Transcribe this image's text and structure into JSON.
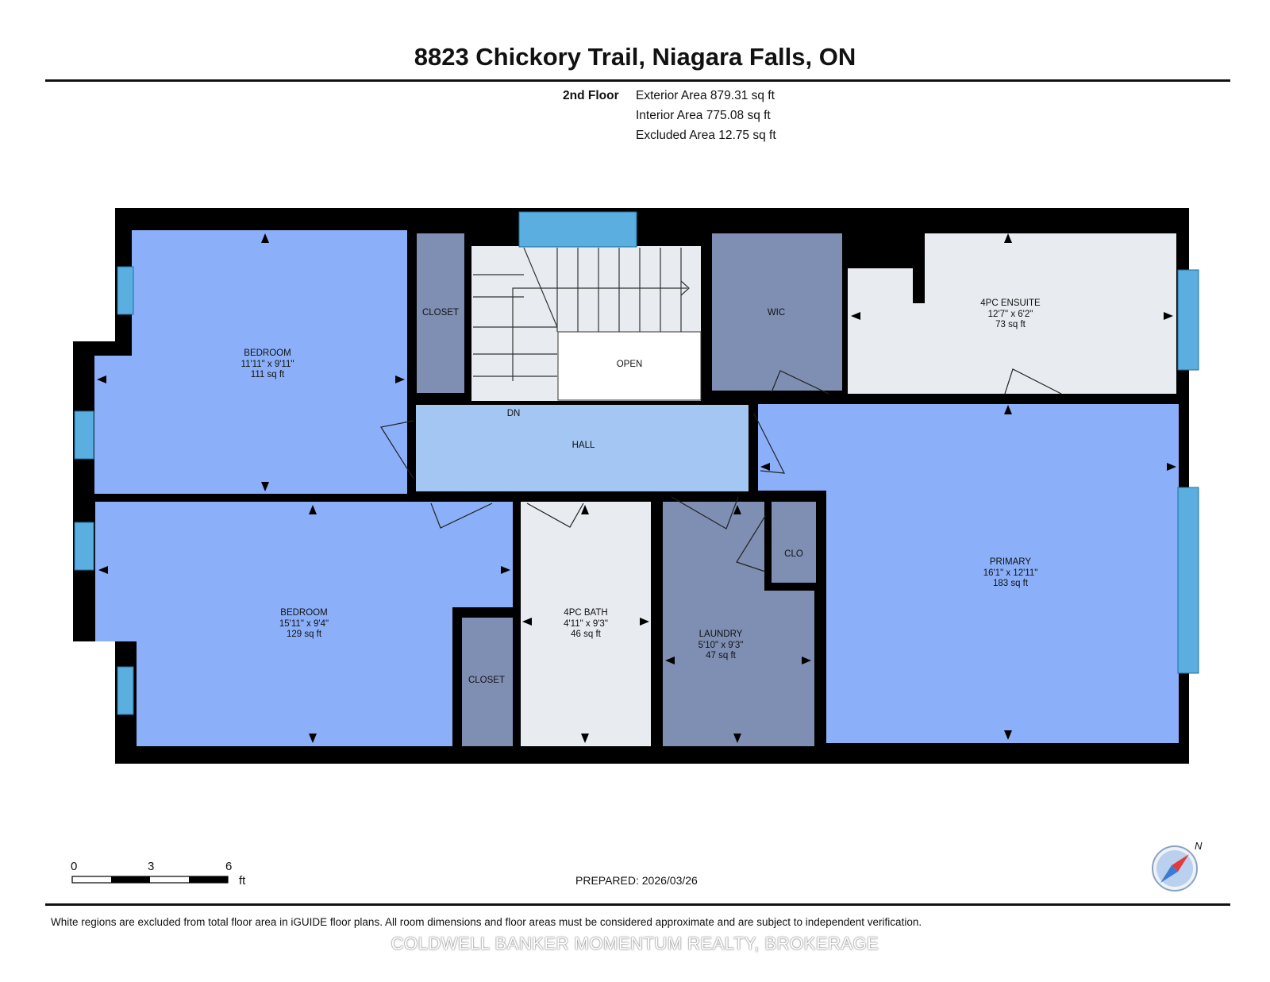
{
  "header": {
    "title": "8823 Chickory Trail, Niagara Falls, ON",
    "floor_label": "2nd Floor",
    "areas": [
      "Exterior Area 879.31 sq ft",
      "Interior Area 775.08 sq ft",
      "Excluded Area 12.75 sq ft"
    ]
  },
  "rooms": {
    "bedroom1": {
      "name": "BEDROOM",
      "dims": "11'11\" x 9'11\"",
      "area": "111 sq ft"
    },
    "closet1": {
      "name": "CLOSET"
    },
    "open": {
      "name": "OPEN"
    },
    "wic": {
      "name": "WIC"
    },
    "ensuite": {
      "name": "4PC ENSUITE",
      "dims": "12'7\" x 6'2\"",
      "area": "73 sq ft"
    },
    "dn": {
      "name": "DN"
    },
    "hall": {
      "name": "HALL"
    },
    "primary": {
      "name": "PRIMARY",
      "dims": "16'1\" x 12'11\"",
      "area": "183 sq ft"
    },
    "bedroom2": {
      "name": "BEDROOM",
      "dims": "15'11\" x 9'4\"",
      "area": "129 sq ft"
    },
    "closet2": {
      "name": "CLOSET"
    },
    "bath": {
      "name": "4PC BATH",
      "dims": "4'11\" x 9'3\"",
      "area": "46 sq ft"
    },
    "laundry": {
      "name": "LAUNDRY",
      "dims": "5'10\" x 9'3\"",
      "area": "47 sq ft"
    },
    "clo": {
      "name": "CLO"
    }
  },
  "scale": {
    "ticks": [
      "0",
      "3",
      "6"
    ],
    "unit": "ft"
  },
  "compass": {
    "label": "N"
  },
  "footer": {
    "prepared": "PREPARED: 2026/03/26",
    "disclaimer": "White regions are excluded from total floor area in iGUIDE floor plans. All room dimensions and floor areas must be considered approximate and are subject to independent verification.",
    "brokerage": "COLDWELL BANKER MOMENTUM REALTY, BROKERAGE"
  },
  "colors": {
    "bedroom": "#8bb0f9",
    "hall": "#a3c6f2",
    "closet": "#7f8fb4",
    "excluded": "#e8ebf0",
    "wall": "#000000",
    "window": "#5aaee0"
  }
}
